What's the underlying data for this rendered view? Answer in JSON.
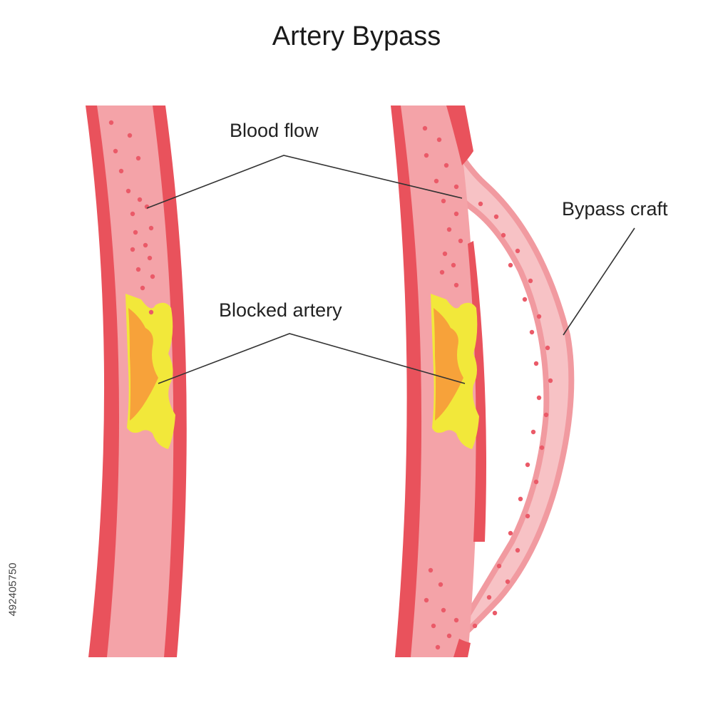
{
  "title": "Artery Bypass",
  "labels": {
    "blood_flow": "Blood flow",
    "blocked_artery": "Blocked artery",
    "bypass_craft": "Bypass craft"
  },
  "stock_id": "492405750",
  "colors": {
    "artery_wall": "#e9525c",
    "artery_lumen": "#f4a3a8",
    "graft_fill": "#f7c2c5",
    "graft_edge": "#f19aa0",
    "blood_cell": "#ea5a68",
    "plaque_outer": "#f2e83a",
    "plaque_inner": "#f7a23a",
    "leader_line": "#333333"
  }
}
